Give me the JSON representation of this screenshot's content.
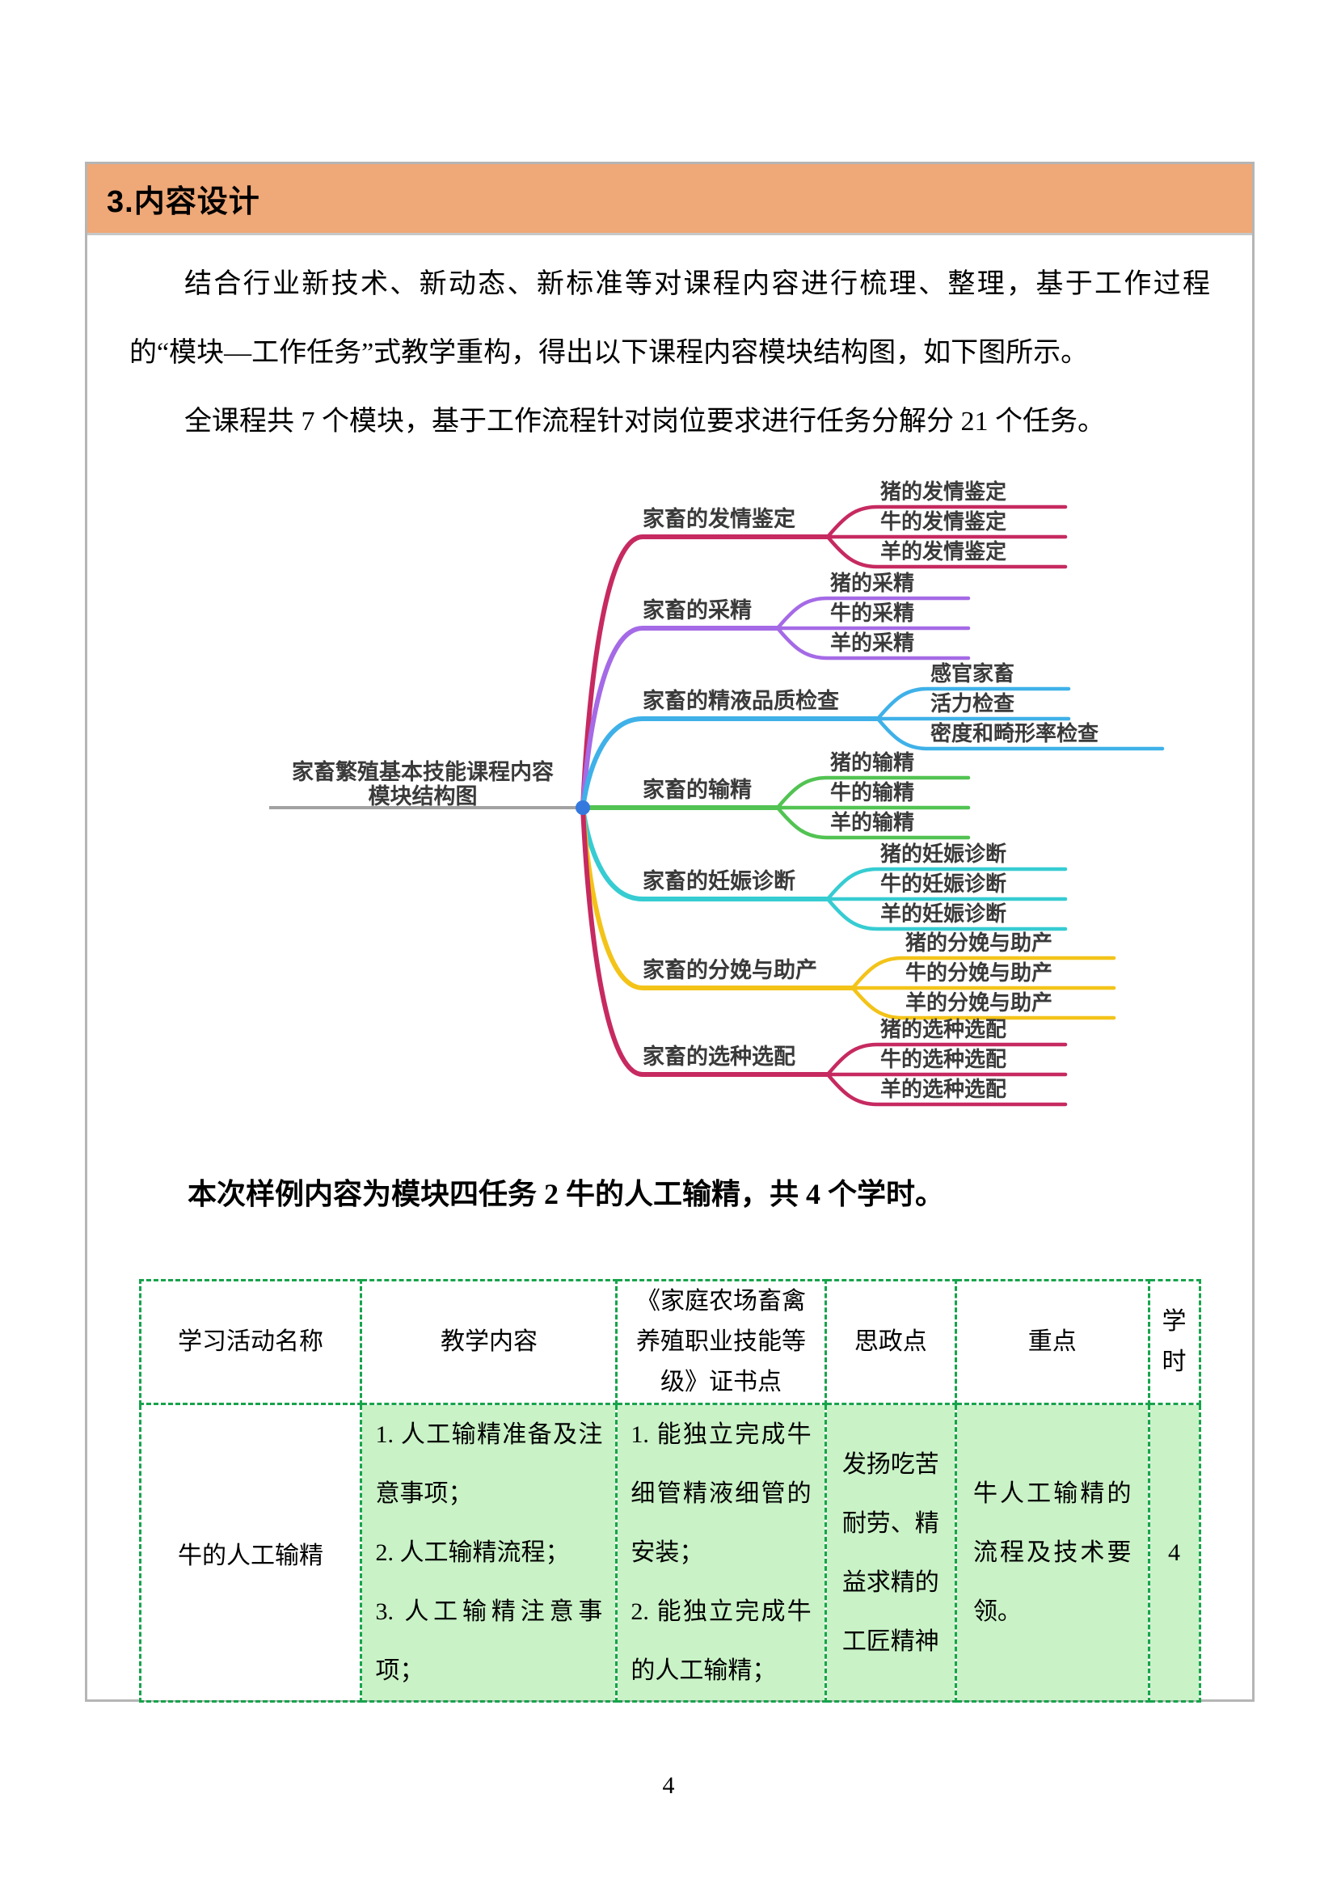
{
  "header": {
    "title": "3.内容设计"
  },
  "paragraphs": {
    "p1": "结合行业新技术、新动态、新标准等对课程内容进行梳理、整理，基于工作过程的“模块—工作任务”式教学重构，得出以下课程内容模块结构图，如下图所示。",
    "p2": "全课程共 7 个模块，基于工作流程针对岗位要求进行任务分解分 21 个任务。",
    "sample": "本次样例内容为模块四任务 2 牛的人工输精，共 4 个学时。"
  },
  "mindmap": {
    "root": {
      "line1": "家畜繁殖基本技能课程内容",
      "line2": "模块结构图"
    },
    "colors": {
      "root_line": "#a2a2a2",
      "root_dot": "#3579de",
      "label_text": "#3a3a3a"
    },
    "branches": [
      {
        "label": "家畜的发情鉴定",
        "color": "#c62a60",
        "children": [
          "猪的发情鉴定",
          "牛的发情鉴定",
          "羊的发情鉴定"
        ]
      },
      {
        "label": "家畜的采精",
        "color": "#a56ae6",
        "children": [
          "猪的采精",
          "牛的采精",
          "羊的采精"
        ]
      },
      {
        "label": "家畜的精液品质检查",
        "color": "#3fb1e8",
        "children": [
          "感官家畜",
          "活力检查",
          "密度和畸形率检查"
        ]
      },
      {
        "label": "家畜的输精",
        "color": "#52c352",
        "children": [
          "猪的输精",
          "牛的输精",
          "羊的输精"
        ]
      },
      {
        "label": "家畜的妊娠诊断",
        "color": "#36ccd2",
        "children": [
          "猪的妊娠诊断",
          "牛的妊娠诊断",
          "羊的妊娠诊断"
        ]
      },
      {
        "label": "家畜的分娩与助产",
        "color": "#f3c318",
        "children": [
          "猪的分娩与助产",
          "牛的分娩与助产",
          "羊的分娩与助产"
        ]
      },
      {
        "label": "家畜的选种选配",
        "color": "#c62a60",
        "children": [
          "猪的选种选配",
          "牛的选种选配",
          "羊的选种选配"
        ]
      }
    ]
  },
  "table": {
    "headers": [
      "学习活动名称",
      "教学内容",
      "《家庭农场畜禽养殖职业技能等级》证书点",
      "思政点",
      "重点",
      "学时"
    ],
    "row": {
      "activity": "牛的人工输精",
      "content": [
        "1. 人工输精准备及注意事项；",
        "2.  人工输精流程；",
        "3.  人工输精注意事项；"
      ],
      "certificate": [
        "1. 能独立完成牛细管精液细管的安装；",
        "2. 能独立完成牛的人工输精；"
      ],
      "ideology": "发扬吃苦耐劳、精益求精的工匠精神",
      "focus": "牛人工输精的流程及技术要领。",
      "hours": "4"
    }
  },
  "page": {
    "number": "4"
  }
}
